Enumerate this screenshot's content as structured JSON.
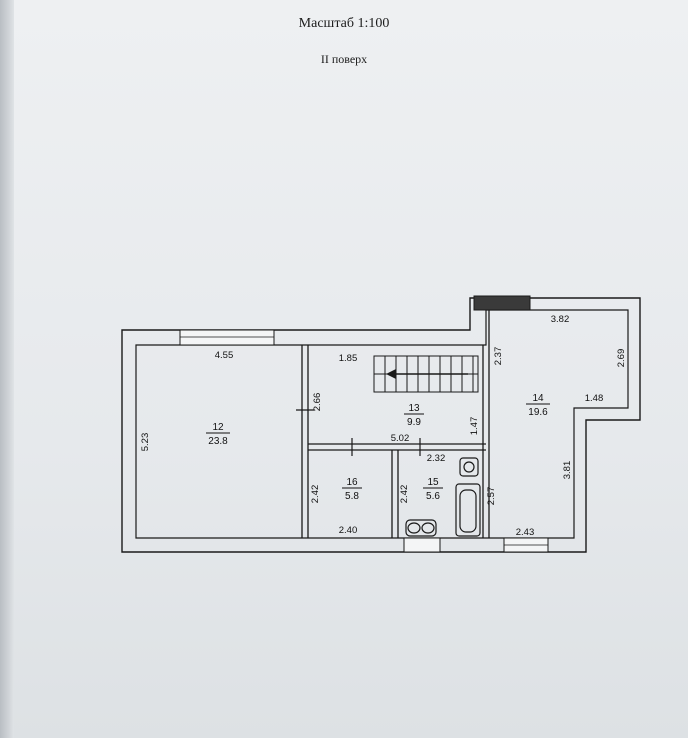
{
  "header": {
    "scale": "Масштаб 1:100",
    "floor": "II поверх"
  },
  "rooms": [
    {
      "number": "12",
      "area": "23.8"
    },
    {
      "number": "13",
      "area": "9.9"
    },
    {
      "number": "14",
      "area": "19.6"
    },
    {
      "number": "15",
      "area": "5.6"
    },
    {
      "number": "16",
      "area": "5.8"
    }
  ],
  "dimensions": {
    "d_4_55": "4.55",
    "d_5_23": "5.23",
    "d_1_85": "1.85",
    "d_2_66": "2.66",
    "d_5_02": "5.02",
    "d_2_32": "2.32",
    "d_2_37": "2.37",
    "d_3_82": "3.82",
    "d_2_69": "2.69",
    "d_1_48": "1.48",
    "d_1_47": "1.47",
    "d_3_81": "3.81",
    "d_2_42_a": "2.42",
    "d_2_42_b": "2.42",
    "d_2_40": "2.40",
    "d_2_57": "2.57",
    "d_2_43": "2.43"
  }
}
